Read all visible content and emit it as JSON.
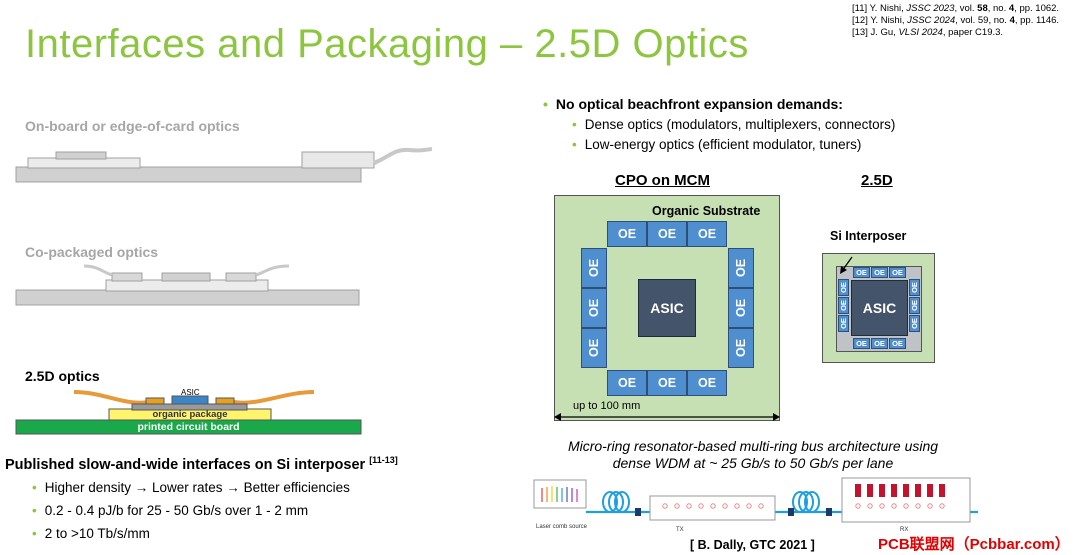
{
  "title": "Interfaces and Packaging – 2.5D Optics",
  "references": [
    {
      "pre": "[11] Y. Nishi, ",
      "venue": "JSSC 2023",
      "mid": ", vol. ",
      "vol": "58",
      "mid2": ", no. ",
      "no": "4",
      "post": ", pp. 1062."
    },
    {
      "pre": "[12] Y. Nishi, ",
      "venue": "JSSC 2024",
      "mid": ", vol. 59, no. ",
      "vol": "",
      "mid2": "",
      "no": "4",
      "post": ", pp. 1146."
    },
    {
      "pre": "[13] J. Gu, ",
      "venue": "VLSI 2024",
      "mid": ", paper C19.3.",
      "vol": "",
      "mid2": "",
      "no": "",
      "post": ""
    }
  ],
  "left": {
    "onboard_label": "On-board or edge-of-card optics",
    "copackaged_label": "Co-packaged optics",
    "optics25d_label": "2.5D optics",
    "asic_small": "ASIC",
    "organic_package": "organic package",
    "pcb": "printed circuit board",
    "published_heading": "Published slow-and-wide interfaces on Si interposer",
    "published_refs": "[11-13]",
    "bullets": [
      "Higher density → Lower rates → Better efficiencies",
      "0.2 - 0.4 pJ/b for 25 - 50 Gb/s over 1 - 2 mm",
      "2 to >10 Tb/s/mm"
    ]
  },
  "right": {
    "main_bullet": "No optical beachfront expansion demands:",
    "sub_bullets": [
      "Dense optics (modulators, multiplexers, connectors)",
      "Low-energy optics (efficient modulator, tuners)"
    ],
    "cpo_heading": "CPO on MCM",
    "d25_heading": "2.5D",
    "organic_substrate": "Organic Substrate",
    "si_interposer": "Si Interposer",
    "oe": "OE",
    "asic": "ASIC",
    "dimension": "up to 100 mm",
    "caption_line1": "Micro-ring resonator-based multi-ring bus architecture using",
    "caption_line2": "dense WDM at ~ 25 Gb/s to 50 Gb/s per lane",
    "laser_label": "Laser comb source",
    "tx_label": "TX",
    "rx_label": "RX",
    "citation": "[ B. Dally, GTC 2021 ]"
  },
  "watermark": "PCB联盟网（Pcbbar.com）",
  "colors": {
    "accent_green": "#8cc63f",
    "substrate_green": "#c6e0b4",
    "oe_blue": "#4f8fd0",
    "asic_slate": "#44546a",
    "pcb_green": "#19a84a",
    "package_yellow": "#fff46b",
    "fiber_orange": "#e69a3a",
    "watermark_red": "#e40000"
  }
}
